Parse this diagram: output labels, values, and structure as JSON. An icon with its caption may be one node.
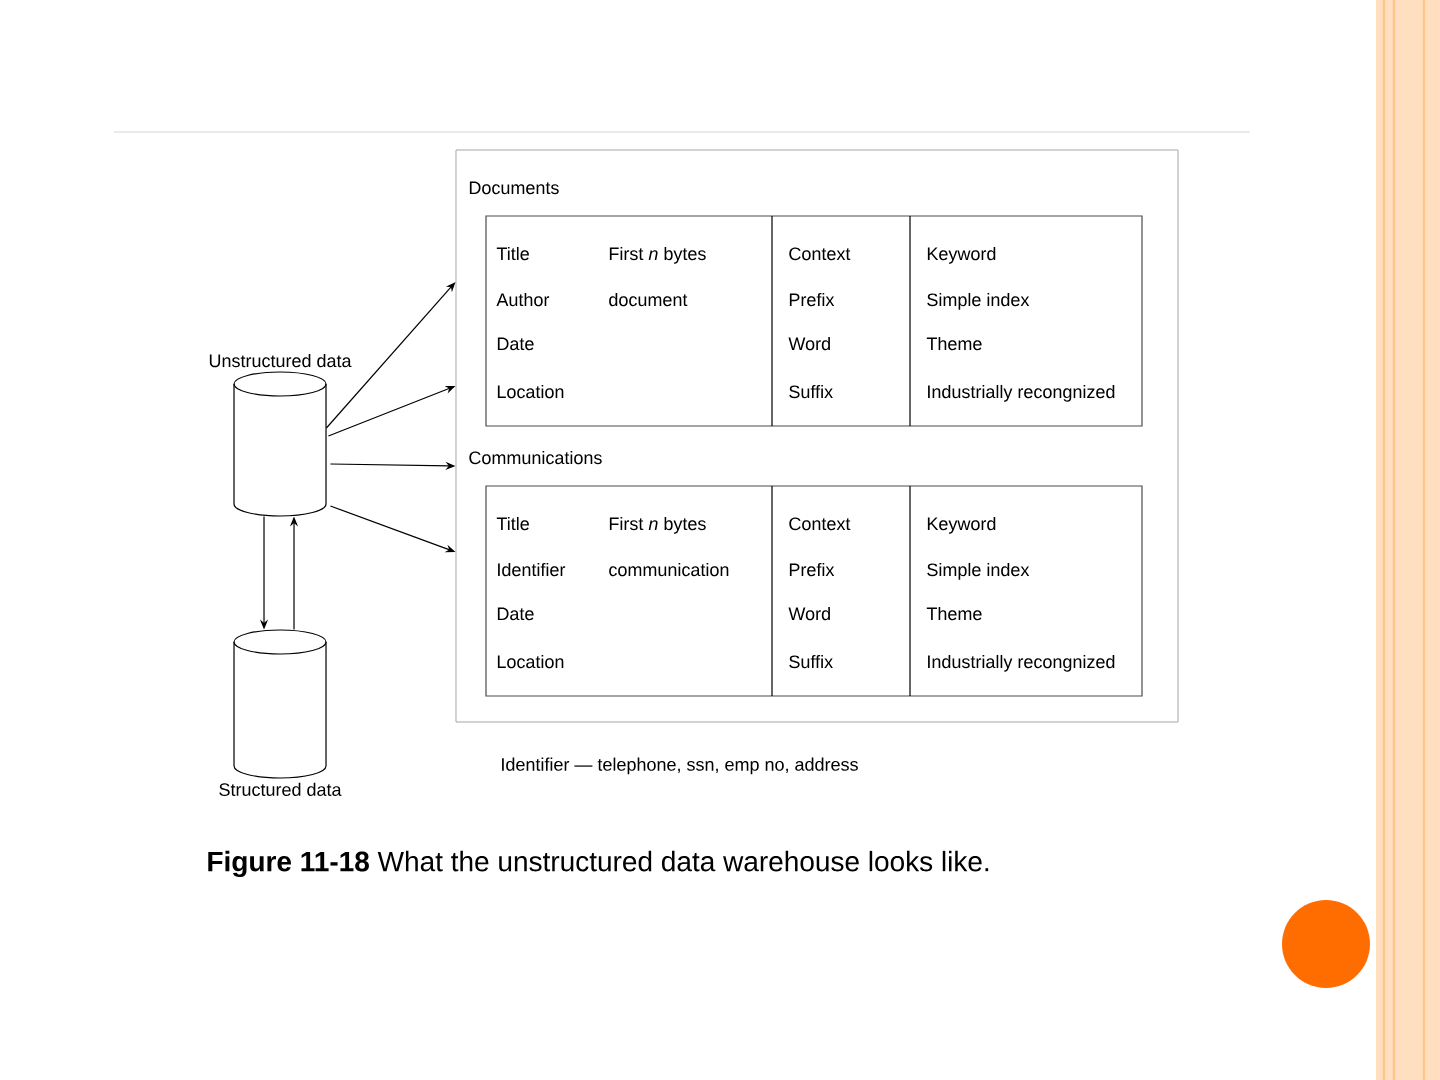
{
  "diagram": {
    "caption": "**Figure 11-18** What the unstructured data warehouse looks like.",
    "nodes": [
      {
        "text": [
          "Unstructured data"
        ]
      },
      {
        "text": [
          "Structured data"
        ]
      },
      {
        "text": [],
        "shape": "box"
      },
      {
        "text": [
          "Documents",
          "Title",
          "First *n* bytes",
          "Context",
          "Keyword",
          "Author",
          "document",
          "Prefix",
          "Simple index",
          "Date",
          "Word",
          "Theme",
          "Location",
          "Suffix",
          "Industrially recongnized"
        ],
        "in": 2
      },
      {
        "text": [
          "Communications",
          "Title",
          "First *n* bytes",
          "Context",
          "Keyword",
          "Identifier",
          "communication",
          "Prefix",
          "Simple index",
          "Date",
          "Word",
          "Theme",
          "Location",
          "Suffix",
          "Industrially recongnized"
        ],
        "in": 2
      }
    ],
    "edges": [
      {
        "from": 0,
        "to": 2,
        "arrow": "to"
      },
      {
        "from": 0,
        "to": 2,
        "arrow": "to"
      },
      {
        "from": 0,
        "to": 2,
        "arrow": "to"
      },
      {
        "from": 0,
        "to": 2,
        "arrow": "to"
      },
      {
        "from": 0,
        "to": 1,
        "arrow": "to"
      },
      {
        "from": 1,
        "to": 0,
        "arrow": "to"
      }
    ],
    "labels": [
      "Identifier — telephone, ssn, emp no, address"
    ]
  }
}
